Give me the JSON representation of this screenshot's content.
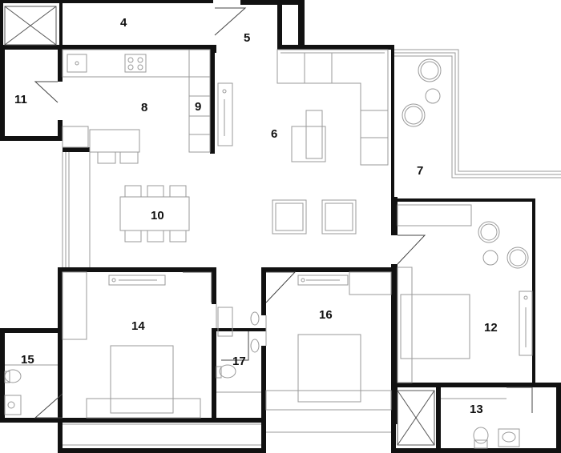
{
  "floor_plan": {
    "room_labels": [
      "4",
      "5",
      "6",
      "7",
      "8",
      "9",
      "10",
      "11",
      "12",
      "13",
      "14",
      "15",
      "16",
      "17"
    ],
    "colors": {
      "wall": "#111111",
      "furniture": "#9a9a9a",
      "background": "#ffffff"
    }
  }
}
